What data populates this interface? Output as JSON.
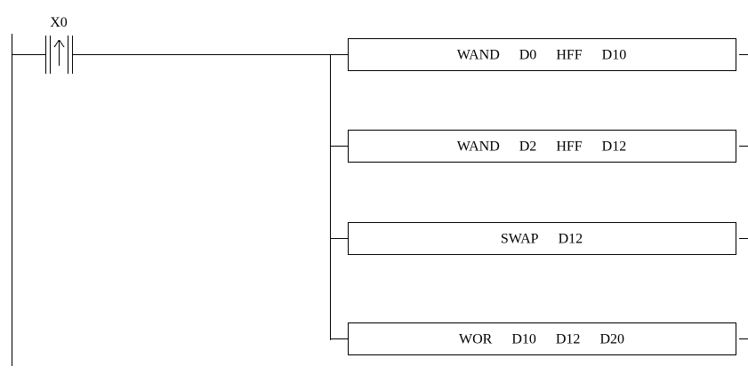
{
  "contact": {
    "label": "X0",
    "type": "rising-edge"
  },
  "instructions": [
    {
      "opcode": "WAND",
      "operands": [
        "D0",
        "HFF",
        "D10"
      ]
    },
    {
      "opcode": "WAND",
      "operands": [
        "D2",
        "HFF",
        "D12"
      ]
    },
    {
      "opcode": "SWAP",
      "operands": [
        "D12"
      ]
    },
    {
      "opcode": "WOR",
      "operands": [
        "D10",
        "D12",
        "D20"
      ]
    }
  ],
  "colors": {
    "line": "#000000",
    "background": "#ffffff"
  }
}
